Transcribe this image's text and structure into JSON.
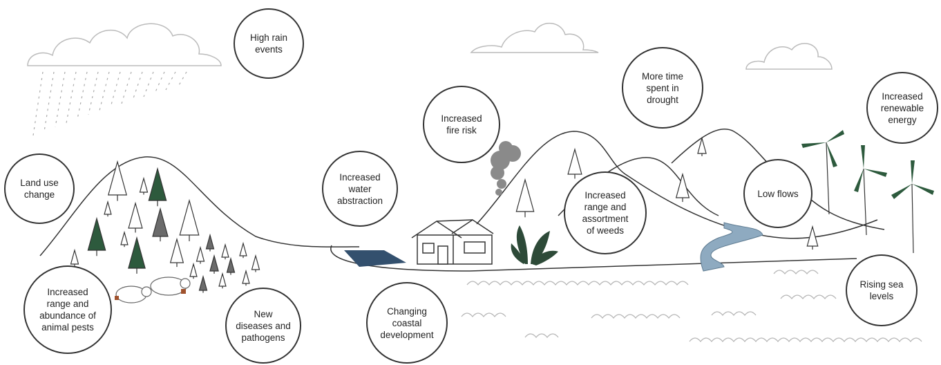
{
  "colors": {
    "line": "#333333",
    "cloud": "#bbbbbb",
    "rain": "#aaaaaa",
    "tree_green": "#2d5a3d",
    "tree_grey": "#6b6b6b",
    "water": "#33506e",
    "river": "#8eaac0",
    "smoke": "#8a8a8a",
    "wave": "#b5b5b5",
    "turbine_blade": "#2d5a3d"
  },
  "labels": {
    "high_rain": "High rain\nevents",
    "land_use": "Land use\nchange",
    "animal_pests": "Increased\nrange and\nabundance of\nanimal pests",
    "diseases": "New\ndiseases and\npathogens",
    "water_abstraction": "Increased\nwater\nabstraction",
    "fire_risk": "Increased\nfire risk",
    "coastal": "Changing\ncoastal\ndevelopment",
    "drought": "More time\nspent in\ndrought",
    "weeds": "Increased\nrange and\nassortment\nof weeds",
    "low_flows": "Low flows",
    "renewable": "Increased\nrenewable\nenergy",
    "sea_levels": "Rising sea\nlevels"
  }
}
